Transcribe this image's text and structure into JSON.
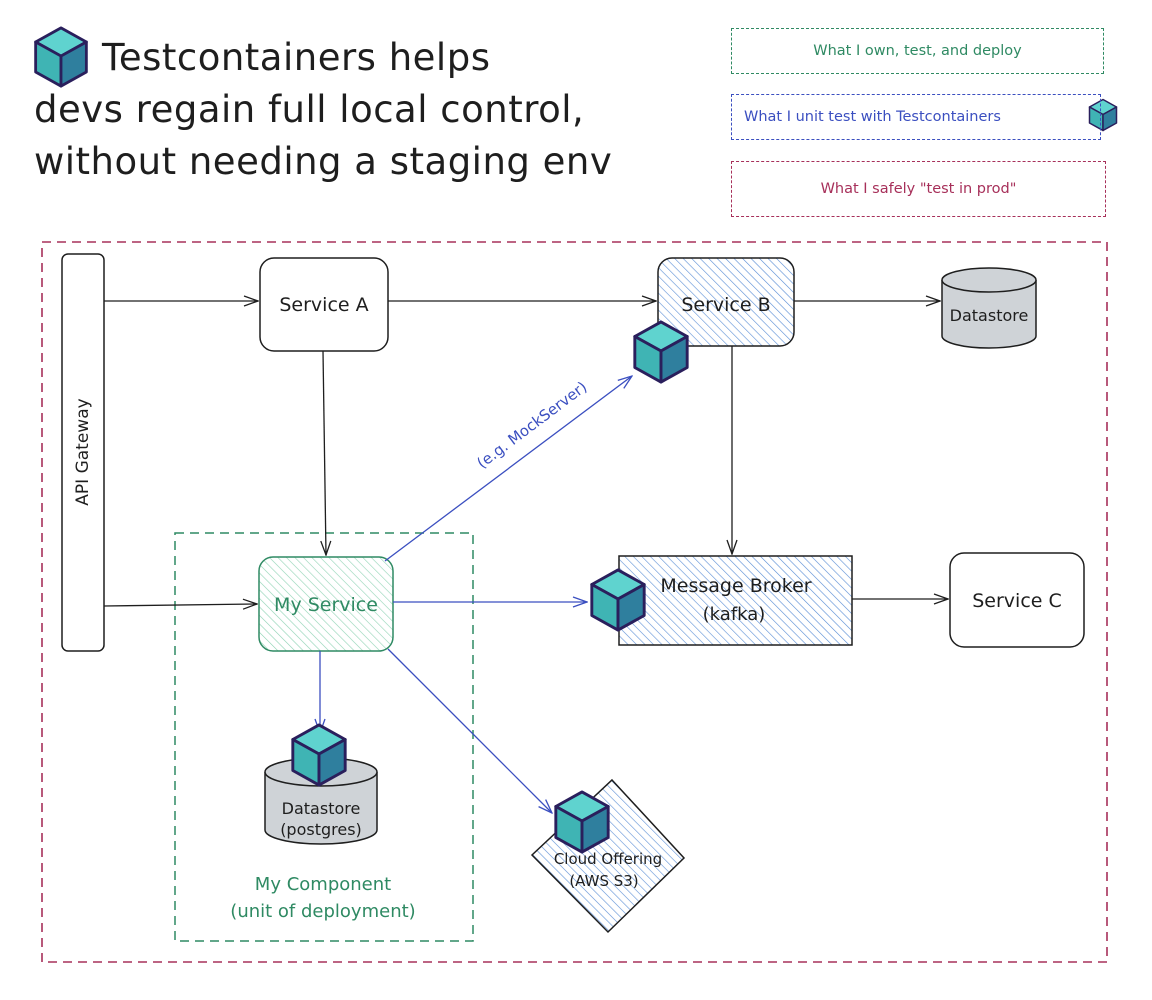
{
  "title": {
    "line1": "Testcontainers helps",
    "line2": "devs regain full local control,",
    "line3": "without needing a staging env"
  },
  "legend": {
    "own": "What I own, test, and deploy",
    "unit": "What I unit test with Testcontainers",
    "prod": "What I safely \"test in prod\""
  },
  "nodes": {
    "api_gateway": "API Gateway",
    "service_a": "Service A",
    "service_b": "Service B",
    "service_c": "Service C",
    "datastore_b": "Datastore",
    "my_service": "My Service",
    "broker_line1": "Message Broker",
    "broker_line2": "(kafka)",
    "pg_line1": "Datastore",
    "pg_line2": "(postgres)",
    "cloud_line1": "Cloud Offering",
    "cloud_line2": "(AWS S3)",
    "component_line1": "My Component",
    "component_line2": "(unit of deployment)"
  },
  "edges": {
    "mockserver_label": "(e.g. MockServer)"
  },
  "colors": {
    "own_green": "#2f8a63",
    "unit_blue": "#3b4fc0",
    "prod_red": "#a7305a",
    "ink": "#1e1e1e",
    "cube_top": "#5fd3cf",
    "cube_left": "#3fb4b4",
    "cube_right": "#2f7f9e",
    "cube_outline": "#2a1f5c",
    "datastore_gray": "#cfd3d7"
  },
  "icons": [
    "testcontainers-cube-icon",
    "datastore-cylinder-icon"
  ]
}
